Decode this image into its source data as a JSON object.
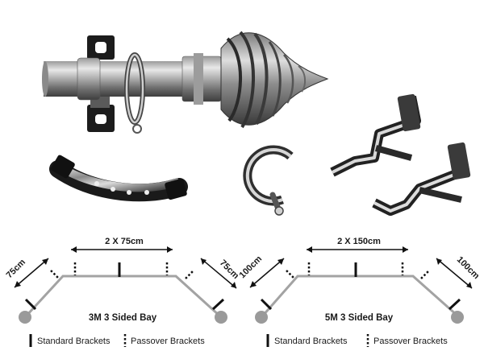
{
  "products": {
    "pole": "curtain pole with twisted finial, bracket and ring",
    "items": [
      "bay-bend-joint",
      "passover-ring",
      "standard-bracket",
      "passover-bracket"
    ]
  },
  "bay_left": {
    "title": "3M  3 Sided Bay",
    "top_width": "2 X 75cm",
    "left_side": "75cm",
    "right_side": "75cm"
  },
  "bay_right": {
    "title": "5M  3 Sided Bay",
    "top_width": "2 X 150cm",
    "left_side": "100cm",
    "right_side": "100cm"
  },
  "legend": {
    "standard_label": "Standard Brackets",
    "passover_label": "Passover Brackets"
  },
  "colors": {
    "rail": "#a3a3a3",
    "endcap": "#9a9a9a",
    "bracket": "#111111",
    "chrome_dark": "#2b2b2b",
    "chrome_light": "#e4e4e4"
  }
}
